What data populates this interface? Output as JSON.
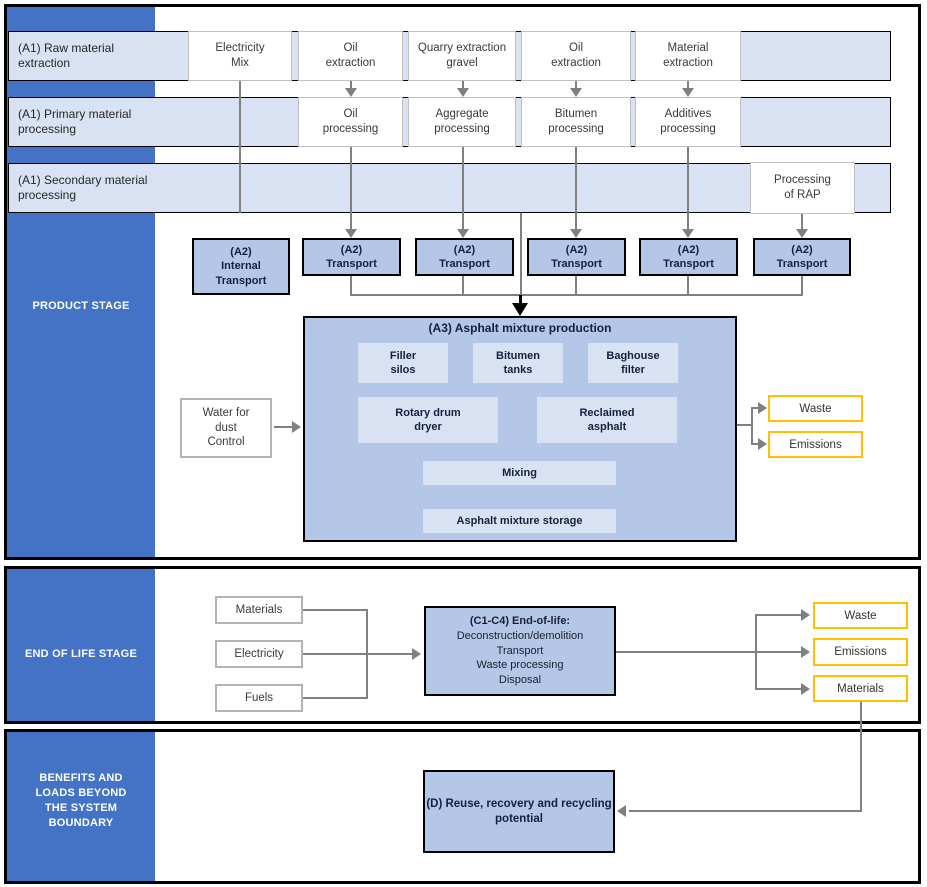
{
  "sidebar": {
    "product_label": "PRODUCT STAGE",
    "eol_label": "END OF LIFE STAGE",
    "benefits_label": "BENEFITS AND\nLOADS BEYOND\nTHE SYSTEM\nBOUNDARY"
  },
  "rows": {
    "raw": {
      "label": "(A1) Raw material\nextraction",
      "boxes": [
        "Electricity\nMix",
        "Oil\nextraction",
        "Quarry extraction\ngravel",
        "Oil\nextraction",
        "Material\nextraction"
      ]
    },
    "primary": {
      "label": "(A1) Primary material\nprocessing",
      "boxes": [
        "Oil\nprocessing",
        "Aggregate\nprocessing",
        "Bitumen\nprocessing",
        "Additives\nprocessing"
      ]
    },
    "secondary": {
      "label": "(A1) Secondary material\nprocessing",
      "boxes": [
        "Processing\nof RAP"
      ]
    }
  },
  "transport": {
    "internal": "(A2)\nInternal\nTransport",
    "transport": "(A2)\nTransport"
  },
  "production": {
    "title": "(A3) Asphalt mixture production",
    "filler": "Filler\nsilos",
    "bitumen_tanks": "Bitumen\ntanks",
    "baghouse": "Baghouse\nfilter",
    "rotary": "Rotary drum\ndryer",
    "reclaimed": "Reclaimed\nasphalt",
    "mixing": "Mixing",
    "storage": "Asphalt mixture storage"
  },
  "water_box": "Water for\ndust\nControl",
  "product_outputs": {
    "waste": "Waste",
    "emissions": "Emissions"
  },
  "eol": {
    "inputs": {
      "materials": "Materials",
      "electricity": "Electricity",
      "fuels": "Fuels"
    },
    "process": {
      "title": "(C1-C4) End-of-life:",
      "lines": "Deconstruction/demolition\nTransport\nWaste processing\nDisposal"
    },
    "outputs": {
      "waste": "Waste",
      "emissions": "Emissions",
      "materials": "Materials"
    }
  },
  "benefits": {
    "box_label": "(D) Reuse, recovery and recycling\npotential"
  },
  "colors": {
    "sidebar_blue": "#4472C4",
    "light_blue": "#D9E2F3",
    "medium_blue": "#B4C7E7",
    "accent_yellow": "#FFC000",
    "connector_gray": "#808080"
  }
}
